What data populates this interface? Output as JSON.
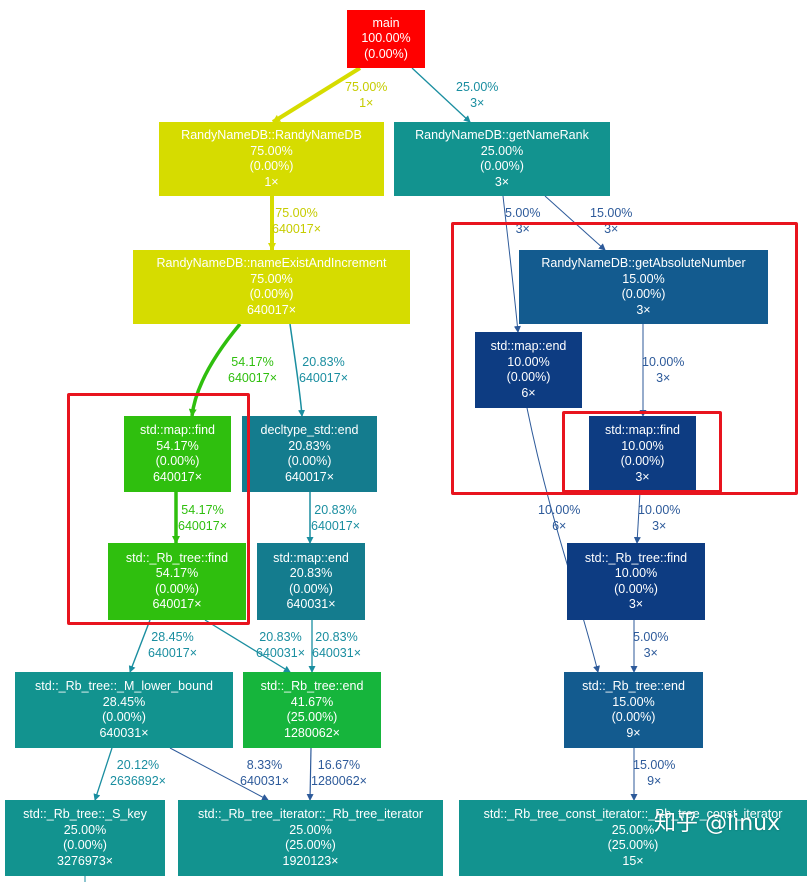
{
  "colors": {
    "red": "#ff0000",
    "yellow": "#d6dc00",
    "lime": "#2fbf0e",
    "green": "#16b53c",
    "teal": "#12938f",
    "steel_teal": "#147c8e",
    "steel_blue": "#135b8f",
    "navy": "#0d3c82",
    "highlight": "#e8141e"
  },
  "nodes": {
    "main": {
      "name": "main",
      "total": "100.00%",
      "self": "(0.00%)",
      "calls": ""
    },
    "randy_ctor": {
      "name": "RandyNameDB::RandyNameDB",
      "total": "75.00%",
      "self": "(0.00%)",
      "calls": "1×"
    },
    "get_rank": {
      "name": "RandyNameDB::getNameRank",
      "total": "25.00%",
      "self": "(0.00%)",
      "calls": "3×"
    },
    "name_exist": {
      "name": "RandyNameDB::nameExistAndIncrement",
      "total": "75.00%",
      "self": "(0.00%)",
      "calls": "640017×"
    },
    "get_abs": {
      "name": "RandyNameDB::getAbsoluteNumber",
      "total": "15.00%",
      "self": "(0.00%)",
      "calls": "3×"
    },
    "map_end_right": {
      "name": "std::map::end",
      "total": "10.00%",
      "self": "(0.00%)",
      "calls": "6×"
    },
    "map_find_left": {
      "name": "std::map::find",
      "total": "54.17%",
      "self": "(0.00%)",
      "calls": "640017×"
    },
    "decltype_end": {
      "name": "decltype_std::end",
      "total": "20.83%",
      "self": "(0.00%)",
      "calls": "640017×"
    },
    "map_find_right": {
      "name": "std::map::find",
      "total": "10.00%",
      "self": "(0.00%)",
      "calls": "3×"
    },
    "rb_find_left": {
      "name": "std::_Rb_tree::find",
      "total": "54.17%",
      "self": "(0.00%)",
      "calls": "640017×"
    },
    "map_end_mid": {
      "name": "std::map::end",
      "total": "20.83%",
      "self": "(0.00%)",
      "calls": "640031×"
    },
    "rb_find_right": {
      "name": "std::_Rb_tree::find",
      "total": "10.00%",
      "self": "(0.00%)",
      "calls": "3×"
    },
    "lower_bound": {
      "name": "std::_Rb_tree::_M_lower_bound",
      "total": "28.45%",
      "self": "(0.00%)",
      "calls": "640031×"
    },
    "rb_end_mid": {
      "name": "std::_Rb_tree::end",
      "total": "41.67%",
      "self": "(25.00%)",
      "calls": "1280062×"
    },
    "rb_end_right": {
      "name": "std::_Rb_tree::end",
      "total": "15.00%",
      "self": "(0.00%)",
      "calls": "9×"
    },
    "s_key": {
      "name": "std::_Rb_tree::_S_key",
      "total": "25.00%",
      "self": "(0.00%)",
      "calls": "3276973×"
    },
    "iter": {
      "name": "std::_Rb_tree_iterator::_Rb_tree_iterator",
      "total": "25.00%",
      "self": "(25.00%)",
      "calls": "1920123×"
    },
    "const_iter": {
      "name": "std::_Rb_tree_const_iterator::_Rb_tree_const_iterator",
      "total": "25.00%",
      "self": "(25.00%)",
      "calls": "15×"
    }
  },
  "edges": {
    "main_ctor": {
      "pct": "75.00%",
      "calls": "1×"
    },
    "main_rank": {
      "pct": "25.00%",
      "calls": "3×"
    },
    "ctor_exist": {
      "pct": "75.00%",
      "calls": "640017×"
    },
    "rank_mapend": {
      "pct": "5.00%",
      "calls": "3×"
    },
    "rank_abs": {
      "pct": "15.00%",
      "calls": "3×"
    },
    "exist_find": {
      "pct": "54.17%",
      "calls": "640017×"
    },
    "exist_decl": {
      "pct": "20.83%",
      "calls": "640017×"
    },
    "abs_find": {
      "pct": "10.00%",
      "calls": "3×"
    },
    "find_rbfind": {
      "pct": "54.17%",
      "calls": "640017×"
    },
    "decl_mapend": {
      "pct": "20.83%",
      "calls": "640017×"
    },
    "mapend_rbend_right": {
      "pct": "10.00%",
      "calls": "6×"
    },
    "findr_rbfindr": {
      "pct": "10.00%",
      "calls": "3×"
    },
    "rbfind_lower": {
      "pct": "28.45%",
      "calls": "640017×"
    },
    "rbfind_rbend": {
      "pct": "20.83%",
      "calls": "640031×"
    },
    "mapend_rbend": {
      "pct": "20.83%",
      "calls": "640031×"
    },
    "rbfindr_rbendr": {
      "pct": "5.00%",
      "calls": "3×"
    },
    "lower_skey": {
      "pct": "20.12%",
      "calls": "2636892×"
    },
    "lower_iter": {
      "pct": "8.33%",
      "calls": "640031×"
    },
    "rbend_iter": {
      "pct": "16.67%",
      "calls": "1280062×"
    },
    "rbendr_const": {
      "pct": "15.00%",
      "calls": "9×"
    }
  },
  "watermark": "知乎 @linux"
}
